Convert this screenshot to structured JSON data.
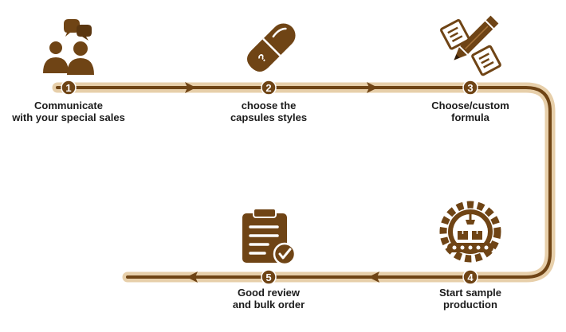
{
  "colors": {
    "brown": "#6f4415",
    "brown_dark": "#5a3610",
    "track": "#e7cfaa",
    "white": "#ffffff"
  },
  "steps": [
    {
      "number": "1",
      "icon": "people-chat-icon",
      "line1": "Communicate",
      "line2": "with your special sales"
    },
    {
      "number": "2",
      "icon": "capsule-icon",
      "line1": "choose the",
      "line2": "capsules styles"
    },
    {
      "number": "3",
      "icon": "pencil-icon",
      "line1": "Choose/custom",
      "line2": "formula"
    },
    {
      "number": "4",
      "icon": "factory-gear-icon",
      "line1": "Start sample",
      "line2": "production"
    },
    {
      "number": "5",
      "icon": "clipboard-check-icon",
      "line1": "Good review",
      "line2": "and bulk order"
    }
  ]
}
